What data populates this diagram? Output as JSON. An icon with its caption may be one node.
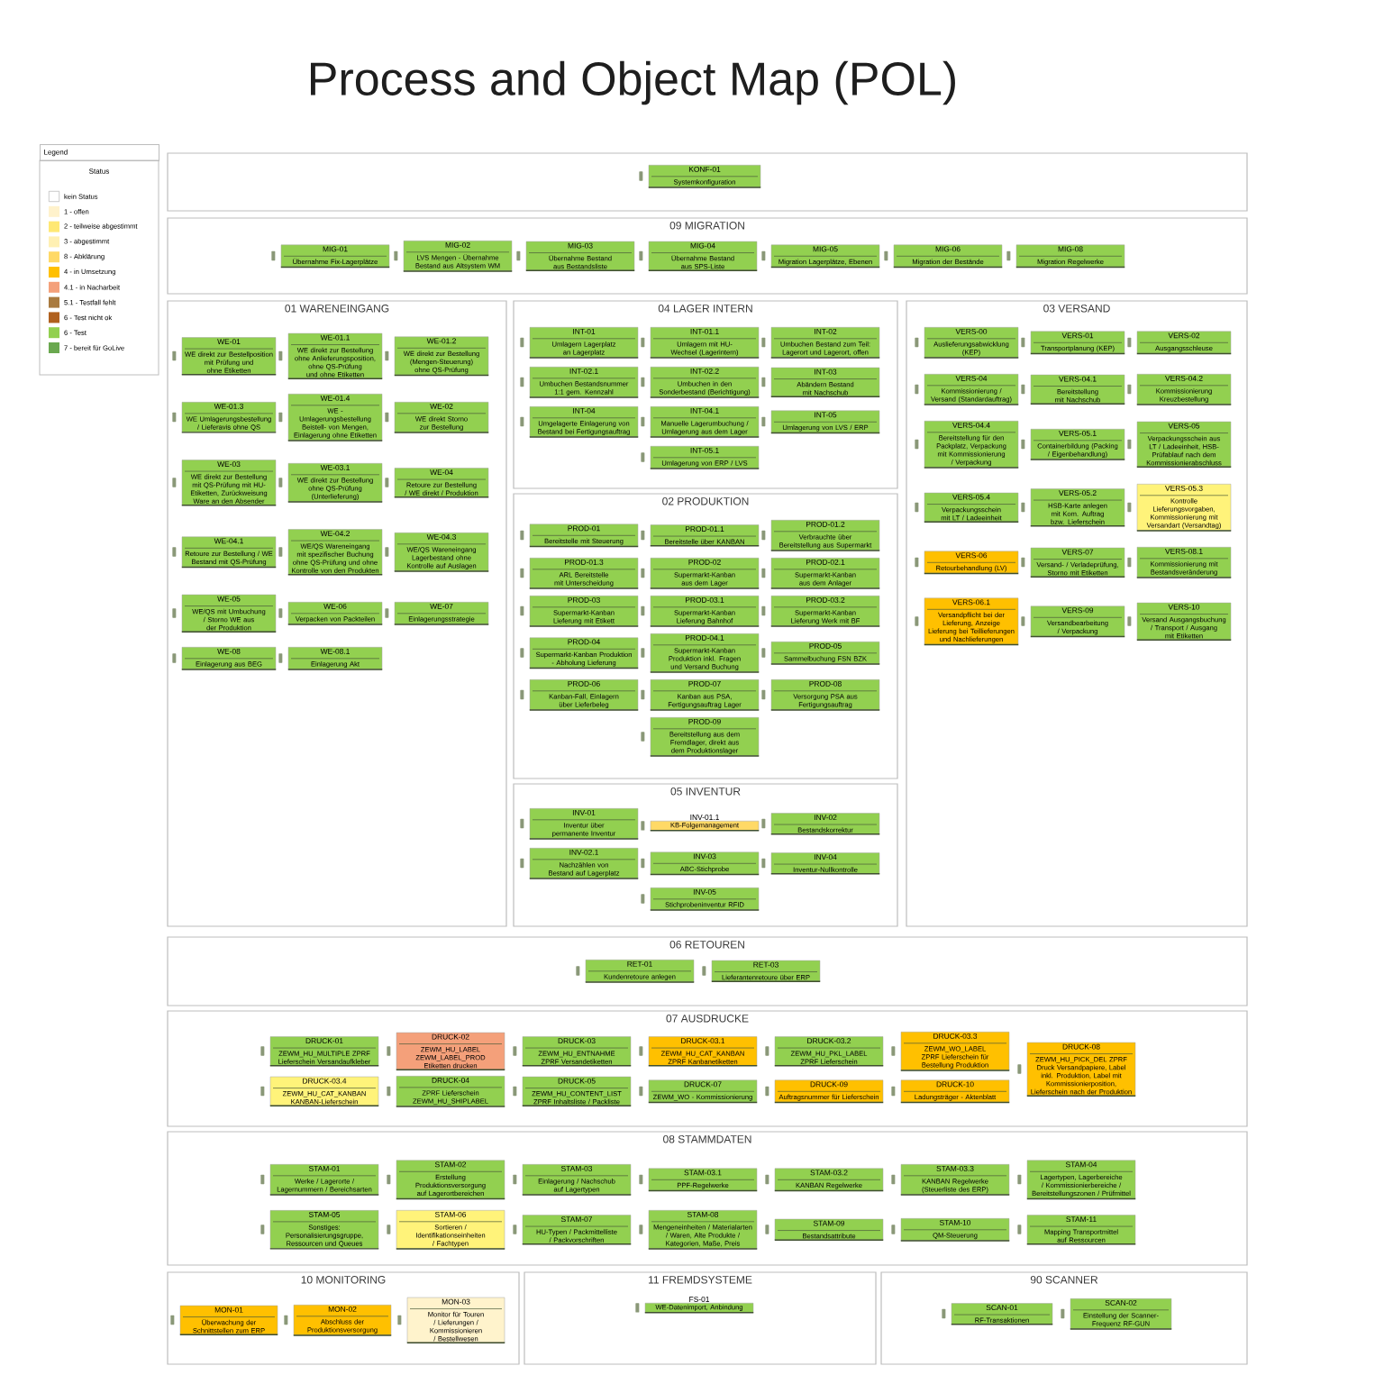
{
  "diagram": {
    "title": "Process and Object Map (POL)",
    "nodes": [
      {
        "text": [],
        "shape": "box"
      },
      {
        "text": [
          "KONF-01",
          "Systemkonfiguration"
        ],
        "in": 0
      },
      {
        "text": [
          "09 MIGRATION"
        ]
      },
      {
        "text": [
          "MIG-01",
          "Übernahme Fix-Lagerplätze"
        ],
        "in": 2
      },
      {
        "text": [
          "MIG-02",
          "LVS Mengen - Übernahme Bestand aus Altsystem WM"
        ],
        "in": 2
      },
      {
        "text": [
          "MIG-03",
          "Übernahme Bestand aus Bestandsliste"
        ],
        "in": 2
      },
      {
        "text": [
          "MIG-04",
          "Übernahme Bestand aus SPS-Liste"
        ],
        "in": 2
      },
      {
        "text": [
          "MIG-05",
          "Migration Lagerplätze, Ebenen"
        ],
        "in": 2
      },
      {
        "text": [
          "MIG-06",
          "Migration der Bestände"
        ],
        "in": 2
      },
      {
        "text": [
          "MIG-08",
          "Migration Regelwerke"
        ],
        "in": 2
      },
      {
        "text": [
          "01 WARENEINGANG"
        ]
      },
      {
        "text": [
          "WE-01",
          "WE direkt zur Bestellposition mit Prüfung und ohne Etiketten"
        ],
        "in": 10
      },
      {
        "text": [
          "WE-01.1",
          "WE direkt zur Bestellung ohne Anlieferungsposition, ohne QS-Prüfung und ohne Etiketten"
        ],
        "in": 10
      },
      {
        "text": [
          "WE-01.2",
          "WE direkt zur Bestellung (Mengen-Steuerung) ohne QS-Prüfung"
        ],
        "in": 10
      },
      {
        "text": [
          "WE-01.3",
          "WE Umlagerungsbestellung / Lieferavis ohne QS"
        ],
        "in": 10
      },
      {
        "text": [
          "WE-01.4",
          "WE - Umlagerungsbestellung Beistell- von Mengen, Einlagerung ohne Etiketten"
        ],
        "in": 10
      },
      {
        "text": [
          "WE-02",
          "WE direkt Storno zur Bestellung"
        ],
        "in": 10
      },
      {
        "text": [
          "WE-03",
          "WE direkt zur Bestellung mit QS-Prüfung mit HU-Etiketten, Zurückweisung Ware an den Absender"
        ],
        "in": 10
      },
      {
        "text": [
          "WE-03.1",
          "WE direkt zur Bestellung ohne QS-Prüfung (Unterlieferung)"
        ],
        "in": 10
      },
      {
        "text": [
          "WE-04",
          "Retoure zur Bestellung / WE direkt / Produktion"
        ],
        "in": 10
      },
      {
        "text": [
          "WE-04.1",
          "Retoure zur Bestellung / WE Bestand mit QS-Prüfung"
        ],
        "in": 10
      },
      {
        "text": [
          "WE-04.2",
          "WE/QS Wareneingang mit spezifischer Buchung ohne QS-Prüfung und ohne Kontrolle von den Produkten"
        ],
        "in": 10
      },
      {
        "text": [
          "WE-04.3",
          "WE/QS Wareneingang Lagerbestand ohne Kontrolle auf Auslagen"
        ],
        "in": 10
      },
      {
        "text": [
          "WE-05",
          "WE/QS mit Umbuchung / Storno WE aus der Produktion"
        ],
        "in": 10
      },
      {
        "text": [
          "WE-06",
          "Verpacken von Packteilen"
        ],
        "in": 10
      },
      {
        "text": [
          "WE-07",
          "Einlagerungsstrategie"
        ],
        "in": 10
      },
      {
        "text": [
          "WE-08",
          "Einlagerung aus BEG"
        ],
        "in": 10
      },
      {
        "text": [
          "WE-08.1",
          "Einlagerung Akt"
        ],
        "in": 10
      },
      {
        "text": [
          "04 LAGER INTERN"
        ]
      },
      {
        "text": [
          "INT-01",
          "Umlagern Lagerplatz an Lagerplatz"
        ],
        "in": 28
      },
      {
        "text": [
          "INT-01.1",
          "Umlagern mit HU-Wechsel (Lagerintern)"
        ],
        "in": 28
      },
      {
        "text": [
          "INT-02",
          "Umbuchen Bestand zum Teil: Lagerort und Lagerort, offen"
        ],
        "in": 28
      },
      {
        "text": [
          "INT-02.1",
          "Umbuchen Bestandsnummer 1:1 gem. Kennzahl"
        ],
        "in": 28
      },
      {
        "text": [
          "INT-02.2",
          "Umbuchen in den Sonderbestand (Berichtigung)"
        ],
        "in": 28
      },
      {
        "text": [
          "INT-03",
          "Abändern Bestand mit Nachschub"
        ],
        "in": 28
      },
      {
        "text": [
          "INT-04",
          "Umgelagerte Einlagerung von Bestand bei Fertigungsauftrag"
        ],
        "in": 28
      },
      {
        "text": [
          "INT-04.1",
          "Manuelle Lagerumbuchung / Umlagerung aus dem Lager"
        ],
        "in": 28
      },
      {
        "text": [
          "INT-05",
          "Umlagerung von LVS / ERP"
        ],
        "in": 28
      },
      {
        "text": [
          "INT-05.1",
          "Umlagerung von ERP / LVS"
        ],
        "in": 28
      },
      {
        "text": [
          "02 PRODUKTION"
        ]
      },
      {
        "text": [
          "PROD-01",
          "Bereitstelle mit Steuerung"
        ],
        "in": 39
      },
      {
        "text": [
          "PROD-01.1",
          "Bereitstelle über KANBAN"
        ],
        "in": 39
      },
      {
        "text": [
          "PROD-01.2",
          "Verbrauchte über Bereitstellung aus Supermarkt"
        ],
        "in": 39
      },
      {
        "text": [
          "PROD-01.3",
          "ARL Bereitstelle mit Unterscheidung"
        ],
        "in": 39
      },
      {
        "text": [
          "PROD-02",
          "Supermarkt-Kanban aus dem Lager"
        ],
        "in": 39
      },
      {
        "text": [
          "PROD-02.1",
          "Supermarkt-Kanban aus dem Anlager"
        ],
        "in": 39
      },
      {
        "text": [
          "PROD-03",
          "Supermarkt-Kanban Lieferung mit Etikett"
        ],
        "in": 39
      },
      {
        "text": [
          "PROD-03.1",
          "Supermarkt-Kanban Lieferung Bahnhof"
        ],
        "in": 39
      },
      {
        "text": [
          "PROD-03.2",
          "Supermarkt-Kanban Lieferung Werk mit BF"
        ],
        "in": 39
      },
      {
        "text": [
          "PROD-04",
          "Supermarkt-Kanban Produktion - Abholung Lieferung"
        ],
        "in": 39
      },
      {
        "text": [
          "PROD-04.1",
          "Supermarkt-Kanban Produktion inkl. Fragen und Versand Buchung"
        ],
        "in": 39
      },
      {
        "text": [
          "PROD-05",
          "Sammelbuchung FSN BZK"
        ],
        "in": 39
      },
      {
        "text": [
          "PROD-06",
          "Kanban-Fall, Einlagern über Lieferbeleg"
        ],
        "in": 39
      },
      {
        "text": [
          "PROD-07",
          "Kanban aus PSA, Fertigungsauftrag Lager"
        ],
        "in": 39
      },
      {
        "text": [
          "PROD-08",
          "Versorgung PSA aus Fertigungsauftrag"
        ],
        "in": 39
      },
      {
        "text": [
          "PROD-09",
          "Bereitstellung aus dem Fremdlager, direkt aus dem Produktionslager"
        ],
        "in": 39
      },
      {
        "text": [
          "05 INVENTUR"
        ]
      },
      {
        "text": [
          "INV-01",
          "Inventur über permanente Inventur"
        ],
        "in": 56
      },
      {
        "text": [
          "INV-01.1",
          "KB-Folgemanagement"
        ],
        "in": 56
      },
      {
        "text": [
          "INV-02",
          "Bestandskorrektur"
        ],
        "in": 56
      },
      {
        "text": [
          "INV-02.1",
          "Nachzählen von Bestand auf Lagerplatz"
        ],
        "in": 56
      },
      {
        "text": [
          "INV-03",
          "ABC-Stichprobe"
        ],
        "in": 56
      },
      {
        "text": [
          "INV-04",
          "Inventur-Nullkontrolle"
        ],
        "in": 56
      },
      {
        "text": [
          "INV-05",
          "Stichprobeninventur RFID"
        ],
        "in": 56
      },
      {
        "text": [
          "03 VERSAND"
        ]
      },
      {
        "text": [
          "VERS-00",
          "Auslieferungsabwicklung (KEP)"
        ],
        "in": 64
      },
      {
        "text": [
          "VERS-01",
          "Transportplanung (KEP)"
        ],
        "in": 64
      },
      {
        "text": [
          "VERS-02",
          "Ausgangsschleuse"
        ],
        "in": 64
      },
      {
        "text": [
          "VERS-04",
          "Kommissionierung / Versand (Standardauftrag)"
        ],
        "in": 64
      },
      {
        "text": [
          "VERS-04.1",
          "Bereitstellung mit Nachschub"
        ],
        "in": 64
      },
      {
        "text": [
          "VERS-04.2",
          "Kommissionierung Kreuzbestellung"
        ],
        "in": 64
      },
      {
        "text": [
          "VERS-04.4",
          "Bereitstellung für den Packplatz, Verpackung mit Kommissionierung / Verpackung"
        ],
        "in": 64
      },
      {
        "text": [
          "VERS-05.1",
          "Containerbildung (Packing / Eigenbehandlung)"
        ],
        "in": 64
      },
      {
        "text": [
          "VERS-05",
          "Verpackungsschein aus LT / Ladeeinheit, HSB-Prüfablauf nach dem Kommissionierabschluss"
        ],
        "in": 64
      },
      {
        "text": [
          "VERS-05.4",
          "Verpackungsschein mit LT / Ladeeinheit"
        ],
        "in": 64
      },
      {
        "text": [
          "VERS-05.2",
          "HSB-Karte anlegen mit Kom. Auftrag bzw. Lieferschein"
        ],
        "in": 64
      },
      {
        "text": [
          "VERS-05.3",
          "Kontrolle Lieferungsvorgaben, Kommissionierung mit Versandart (Versandtag)"
        ],
        "in": 64
      },
      {
        "text": [
          "VERS-06",
          "Retourbehandlung (LV)"
        ],
        "in": 64
      },
      {
        "text": [
          "VERS-07",
          "Versand- / Verladeprüfung, Storno mit Etiketten"
        ],
        "in": 64
      },
      {
        "text": [
          "VERS-08.1",
          "Kommissionierung mit Bestandsveränderung"
        ],
        "in": 64
      },
      {
        "text": [
          "VERS-06.1",
          "Versandpflicht bei der Lieferung, Anzeige Lieferung bei Teillieferungen und Nachlieferungen"
        ],
        "in": 64
      },
      {
        "text": [
          "VERS-09",
          "Versandbearbeitung / Verpackung"
        ],
        "in": 64
      },
      {
        "text": [
          "VERS-10",
          "Versand Ausgangsbuchung / Transport / Ausgang mit Etiketten"
        ],
        "in": 64
      },
      {
        "text": [
          "06 RETOUREN"
        ]
      },
      {
        "text": [
          "RET-01",
          "Kundenretoure anlegen"
        ],
        "in": 83
      },
      {
        "text": [
          "RET-03",
          "Lieferantenretoure über ERP"
        ],
        "in": 83
      },
      {
        "text": [
          "07 AUSDRUCKE"
        ]
      },
      {
        "text": [
          "DRUCK-01",
          "ZEWM_HU_MULTIPLE ZPRF Lieferschein Versandaufkleber"
        ],
        "in": 86
      },
      {
        "text": [
          "DRUCK-02",
          "ZEWM_HU_LABEL ZEWM_LABEL_PROD Etiketten drucken"
        ],
        "in": 86
      },
      {
        "text": [
          "DRUCK-03",
          "ZEWM_HU_ENTNAHME ZPRF Versandetiketten"
        ],
        "in": 86
      },
      {
        "text": [
          "DRUCK-03.1",
          "ZEWM_HU_CAT_KANBAN ZPRF Kanbanetiketten"
        ],
        "in": 86
      },
      {
        "text": [
          "DRUCK-03.2",
          "ZEWM_HU_PKL_LABEL ZPRF Lieferschein"
        ],
        "in": 86
      },
      {
        "text": [
          "DRUCK-03.3",
          "ZEWM_WO_LABEL ZPRF Lieferschein für Bestellung Produktion"
        ],
        "in": 86
      },
      {
        "text": [
          "DRUCK-08",
          "ZEWM_HU_PICK_DEL ZPRF Druck Versandpapiere, Label inkl. Produktion, Label mit Kommissionierposition, Lieferschein nach der Produktion"
        ],
        "in": 86
      },
      {
        "text": [
          "DRUCK-03.4",
          "ZEWM_HU_CAT_KANBAN KANBAN-Lieferschein"
        ],
        "in": 86
      },
      {
        "text": [
          "DRUCK-04",
          "ZPRF Lieferschein ZEWM_HU_SHIPLABEL"
        ],
        "in": 86
      },
      {
        "text": [
          "DRUCK-05",
          "ZEWM_HU_CONTENT_LIST ZPRF Inhaltsliste / Packliste"
        ],
        "in": 86
      },
      {
        "text": [
          "DRUCK-07",
          "ZEWM_WO - Kommissionierung"
        ],
        "in": 86
      },
      {
        "text": [
          "DRUCK-09",
          "Auftragsnummer für Lieferschein"
        ],
        "in": 86
      },
      {
        "text": [
          "DRUCK-10",
          "Ladungsträger - Aktenblatt"
        ],
        "in": 86
      },
      {
        "text": [
          "08 STAMMDATEN"
        ]
      },
      {
        "text": [
          "STAM-01",
          "Werke / Lagerorte / Lagernummern / Bereichsarten"
        ],
        "in": 100
      },
      {
        "text": [
          "STAM-02",
          "Erstellung Produktionsversorgung auf Lagerortbereichen"
        ],
        "in": 100
      },
      {
        "text": [
          "STAM-03",
          "Einlagerung / Nachschub auf Lagertypen"
        ],
        "in": 100
      },
      {
        "text": [
          "STAM-03.1",
          "PPF-Regelwerke"
        ],
        "in": 100
      },
      {
        "text": [
          "STAM-03.2",
          "KANBAN Regelwerke"
        ],
        "in": 100
      },
      {
        "text": [
          "STAM-03.3",
          "KANBAN Regelwerke (Steuerliste des ERP)"
        ],
        "in": 100
      },
      {
        "text": [
          "STAM-04",
          "Lagertypen, Lagerbereiche / Kommissionierbereiche / Bereitstellungszonen / Prüfmittel"
        ],
        "in": 100
      },
      {
        "text": [
          "STAM-05",
          "Sonstiges: Personalisierungsgruppe, Ressourcen und Queues"
        ],
        "in": 100
      },
      {
        "text": [
          "STAM-06",
          "Sortieren / Identifikationseinheiten / Fachtypen"
        ],
        "in": 100
      },
      {
        "text": [
          "STAM-07",
          "HU-Typen / Packmittelliste / Packvorschriften"
        ],
        "in": 100
      },
      {
        "text": [
          "STAM-08",
          "Mengeneinheiten / Materialarten / Waren, Alte Produkte / Kategorien, Maße, Preis"
        ],
        "in": 100
      },
      {
        "text": [
          "STAM-09",
          "Bestandsattribute"
        ],
        "in": 100
      },
      {
        "text": [
          "STAM-10",
          "QM-Steuerung"
        ],
        "in": 100
      },
      {
        "text": [
          "STAM-11",
          "Mapping Transportmittel auf Ressourcen"
        ],
        "in": 100
      },
      {
        "text": [
          "10 MONITORING"
        ]
      },
      {
        "text": [
          "MON-01",
          "Überwachung der Schnittstellen zum ERP"
        ],
        "in": 115
      },
      {
        "text": [
          "MON-02",
          "Abschluss der Produktionsversorgung"
        ],
        "in": 115
      },
      {
        "text": [
          "MON-03",
          "Monitor für Touren / Lieferungen / Kommissionieren / Bestellwesen"
        ],
        "in": 115
      },
      {
        "text": [
          "11 FREMDSYSTEME"
        ]
      },
      {
        "text": [
          "FS-01",
          "WE-Datenimport, Anbindung"
        ],
        "in": 119
      },
      {
        "text": [
          "90 SCANNER"
        ]
      },
      {
        "text": [
          "SCAN-01",
          "RF-Transaktionen"
        ],
        "in": 121
      },
      {
        "text": [
          "SCAN-02",
          "Einstellung der Scanner-Frequenz RF-GUN"
        ],
        "in": 121
      }
    ],
    "labels": [
      "Legend",
      "Status"
    ],
    "legend": [
      {
        "text": "kein Status"
      },
      {
        "text": "1 - offen",
        "color": "#fff2cc"
      },
      {
        "text": "2 - teilweise abgestimmt",
        "color": "#ffe873"
      },
      {
        "text": "3 - abgestimmt",
        "color": "#fff0b3"
      },
      {
        "text": "8 - Abklärung",
        "color": "#ffd966"
      },
      {
        "text": "4 - in Umsetzung",
        "color": "#ffc000"
      },
      {
        "text": "4.1 - in Nacharbeit",
        "color": "#f4a07a"
      },
      {
        "text": "5.1 - Testfall fehlt",
        "color": "#a97a3f"
      },
      {
        "text": "6 - Test nicht ok",
        "color": "#b0601e"
      },
      {
        "text": "6 - Test",
        "color": "#92d050"
      },
      {
        "text": "7 - bereit für GoLive",
        "color": "#6aa84f"
      }
    ]
  }
}
